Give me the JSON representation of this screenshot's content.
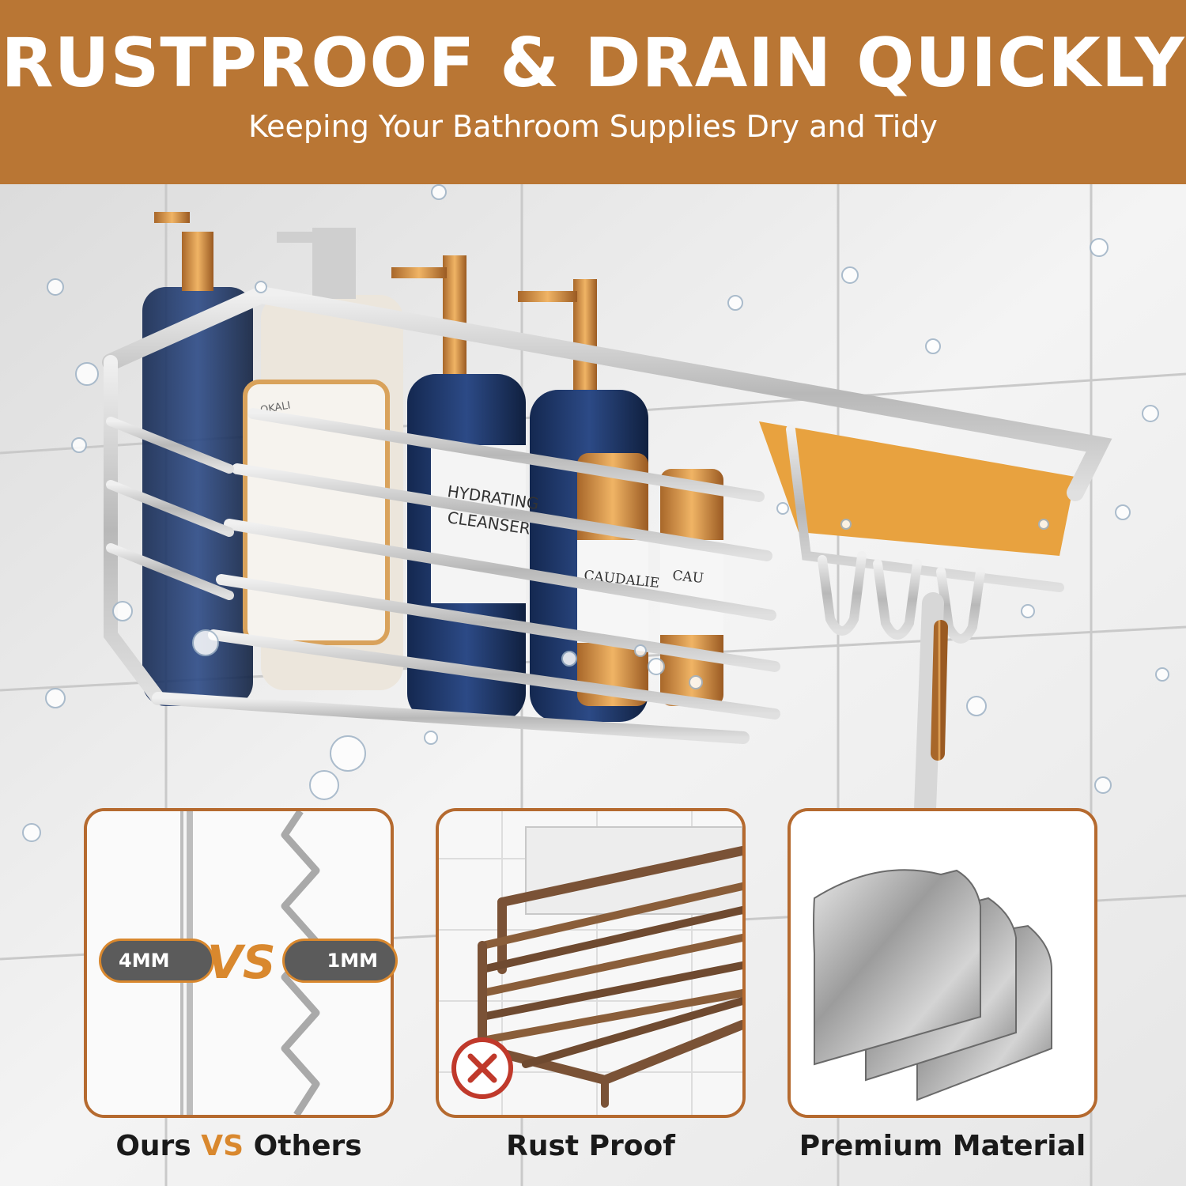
{
  "banner": {
    "title": "RUSTPROOF & DRAIN QUICKLY",
    "subtitle": "Keeping Your Bathroom Supplies Dry and Tidy"
  },
  "colors": {
    "banner": "#b97634",
    "accent": "#d9882e",
    "card_border": "#b56a2f",
    "caption_text": "#1a1a1a",
    "pill": "#5b5b5b",
    "wall": "#eeeeee",
    "rust": "#8a5a3a"
  },
  "product": {
    "bottle_labels": [
      "HYDRATING",
      "CLEANSER",
      "CAUDALIE",
      "CAU",
      "OKALI"
    ]
  },
  "cards": [
    {
      "caption_prefix": "Ours",
      "caption_vs": "VS",
      "caption_suffix": "Others",
      "left_badge": "4MM",
      "right_badge": "1MM",
      "vs_label": "VS",
      "icons": [
        "straight-rod-icon",
        "bent-wire-icon"
      ]
    },
    {
      "caption": "Rust Proof",
      "icons": [
        "rusty-basket-icon",
        "cross-mark-icon"
      ]
    },
    {
      "caption": "Premium Material",
      "icons": [
        "brushed-steel-sheet-icon"
      ]
    }
  ]
}
